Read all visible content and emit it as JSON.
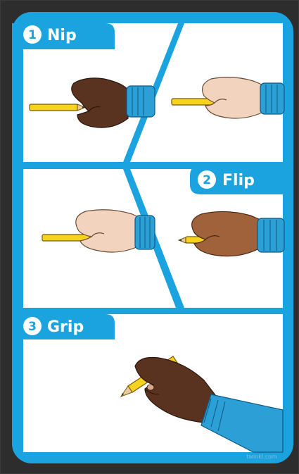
{
  "colors": {
    "background": "#2d2d2d",
    "frame_blue": "#1ba3df",
    "panel": "#ffffff",
    "pencil_yellow": "#f6d31f",
    "pencil_outline": "#7a5b00",
    "cuff_blue": "#2b9fd6",
    "skin_dark": "#5a3320",
    "skin_medium": "#a0623a",
    "skin_light": "#f2d3bd"
  },
  "steps": [
    {
      "number": "1",
      "label": "Nip"
    },
    {
      "number": "2",
      "label": "Flip"
    },
    {
      "number": "3",
      "label": "Grip"
    }
  ],
  "watermark": "twinkl.com",
  "icons": {
    "hand": "hand-icon",
    "pencil": "pencil-icon"
  }
}
